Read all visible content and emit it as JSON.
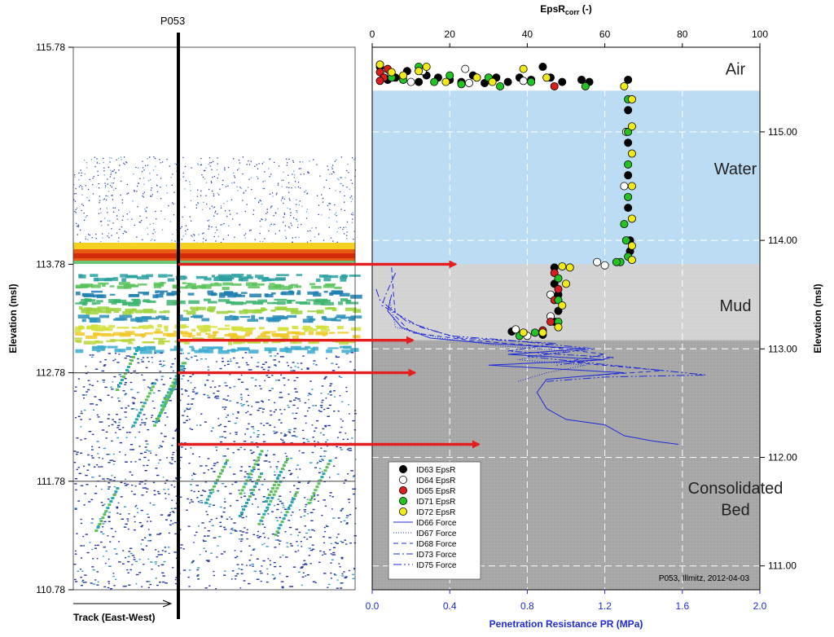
{
  "left_panel": {
    "marker_label": "P053",
    "y_axis_label": "Elevation (msl)",
    "y_ticks": [
      115.78,
      113.78,
      112.78,
      111.78,
      110.78
    ],
    "y_range": [
      110.78,
      115.78
    ],
    "track_label": "Track (East-West)",
    "track_arrow_icon": "right-arrow-icon"
  },
  "chart_data": {
    "type": "scatter",
    "top_axis": {
      "label_main": "EpsR",
      "label_sub": "corr",
      "label_unit": " (-)",
      "range": [
        0,
        100
      ],
      "ticks": [
        0,
        20,
        40,
        60,
        80,
        100
      ]
    },
    "bottom_axis": {
      "label": "Penetration Resistance PR (MPa)",
      "range": [
        0.0,
        2.0
      ],
      "ticks": [
        "0.0",
        "0.4",
        "0.8",
        "1.2",
        "1.6",
        "2.0"
      ]
    },
    "right_axis": {
      "label": "Elevation (msl)",
      "range": [
        110.78,
        115.78
      ],
      "ticks": [
        "115.00",
        "114.00",
        "113.00",
        "112.00",
        "111.00"
      ]
    },
    "grid": true,
    "zones": [
      {
        "name": "Air",
        "from": 115.38,
        "to": 115.78,
        "color": "#ffffff"
      },
      {
        "name": "Water",
        "from": 113.78,
        "to": 115.38,
        "color": "#bcdcf4"
      },
      {
        "name": "Mud",
        "from": 113.08,
        "to": 113.78,
        "color": "#d6d6d6"
      },
      {
        "name": "Consolidated Bed",
        "from": 110.78,
        "to": 113.08,
        "color": "#a9a9a9"
      }
    ],
    "zone_labels": [
      {
        "text": "Air",
        "elev": 115.58
      },
      {
        "text": "Water",
        "elev": 114.66
      },
      {
        "text": "Mud",
        "elev": 113.4
      },
      {
        "text": "Consolidated",
        "elev": 111.72
      },
      {
        "text": "Bed",
        "elev": 111.52
      }
    ],
    "series": [
      {
        "name": "ID63 EpsR",
        "color": "#000000",
        "points": [
          [
            2,
            115.6
          ],
          [
            4,
            115.48
          ],
          [
            6,
            115.5
          ],
          [
            9,
            115.56
          ],
          [
            12,
            115.46
          ],
          [
            14,
            115.52
          ],
          [
            17,
            115.5
          ],
          [
            20,
            115.48
          ],
          [
            23,
            115.46
          ],
          [
            26,
            115.52
          ],
          [
            29,
            115.45
          ],
          [
            32,
            115.5
          ],
          [
            35,
            115.46
          ],
          [
            38,
            115.5
          ],
          [
            41,
            115.48
          ],
          [
            44,
            115.6
          ],
          [
            46,
            115.5
          ],
          [
            49,
            115.46
          ],
          [
            54,
            115.48
          ],
          [
            56,
            115.46
          ],
          [
            66,
            115.48
          ],
          [
            66,
            115.2
          ],
          [
            66,
            114.9
          ],
          [
            66,
            114.6
          ],
          [
            66,
            114.3
          ],
          [
            66.5,
            114.0
          ],
          [
            66.5,
            113.9
          ],
          [
            47,
            113.75
          ],
          [
            47,
            113.6
          ],
          [
            48,
            113.5
          ],
          [
            48,
            113.35
          ],
          [
            47,
            113.25
          ],
          [
            36,
            113.16
          ],
          [
            44,
            113.13
          ]
        ]
      },
      {
        "name": "ID64 EpsR",
        "color": "#ffffff",
        "points": [
          [
            3,
            115.52
          ],
          [
            10,
            115.46
          ],
          [
            13,
            115.56
          ],
          [
            24,
            115.58
          ],
          [
            25,
            115.45
          ],
          [
            39,
            115.47
          ],
          [
            58,
            113.8
          ],
          [
            60,
            113.77
          ],
          [
            46,
            113.5
          ],
          [
            46,
            113.3
          ],
          [
            37,
            113.18
          ],
          [
            40,
            113.12
          ],
          [
            65,
            114.5
          ],
          [
            65.5,
            115.0
          ]
        ]
      },
      {
        "name": "ID65 EpsR",
        "color": "#d81e1e",
        "points": [
          [
            2,
            115.55
          ],
          [
            3,
            115.5
          ],
          [
            2,
            115.47
          ],
          [
            4,
            115.58
          ],
          [
            47,
            115.42
          ],
          [
            47,
            113.7
          ],
          [
            48,
            113.55
          ],
          [
            47,
            113.45
          ],
          [
            46,
            113.25
          ],
          [
            44,
            113.17
          ]
        ]
      },
      {
        "name": "ID71 EpsR",
        "color": "#22c322",
        "points": [
          [
            5,
            115.5
          ],
          [
            8,
            115.48
          ],
          [
            12,
            115.6
          ],
          [
            16,
            115.46
          ],
          [
            20,
            115.52
          ],
          [
            23,
            115.44
          ],
          [
            30,
            115.5
          ],
          [
            33,
            115.42
          ],
          [
            41,
            115.46
          ],
          [
            55,
            115.42
          ],
          [
            66,
            115.3
          ],
          [
            66,
            115.0
          ],
          [
            66,
            114.7
          ],
          [
            66,
            114.4
          ],
          [
            65,
            114.15
          ],
          [
            65.5,
            114.0
          ],
          [
            66,
            113.85
          ],
          [
            64,
            113.8
          ],
          [
            48,
            113.65
          ],
          [
            48,
            113.45
          ],
          [
            48,
            113.25
          ],
          [
            42,
            113.15
          ],
          [
            38,
            113.12
          ],
          [
            63,
            113.8
          ]
        ]
      },
      {
        "name": "ID72 EpsR",
        "color": "#f1ea1a",
        "points": [
          [
            2,
            115.62
          ],
          [
            5,
            115.55
          ],
          [
            8,
            115.52
          ],
          [
            12,
            115.56
          ],
          [
            14,
            115.6
          ],
          [
            19,
            115.46
          ],
          [
            27,
            115.5
          ],
          [
            31,
            115.46
          ],
          [
            39,
            115.58
          ],
          [
            45,
            115.5
          ],
          [
            65,
            115.42
          ],
          [
            67,
            115.3
          ],
          [
            67,
            115.05
          ],
          [
            67,
            114.8
          ],
          [
            67,
            114.5
          ],
          [
            67,
            114.2
          ],
          [
            67,
            113.95
          ],
          [
            67,
            113.82
          ],
          [
            49,
            113.76
          ],
          [
            50,
            113.6
          ],
          [
            49,
            113.4
          ],
          [
            48,
            113.2
          ],
          [
            44,
            113.15
          ],
          [
            51,
            113.75
          ],
          [
            39,
            113.15
          ]
        ]
      }
    ],
    "force_lines": [
      {
        "name": "ID66 Force",
        "dash": "",
        "points": [
          [
            0.1,
            113.5
          ],
          [
            0.08,
            113.35
          ],
          [
            0.15,
            113.2
          ],
          [
            0.3,
            113.1
          ],
          [
            0.6,
            113.05
          ],
          [
            1.1,
            113.0
          ],
          [
            0.7,
            112.95
          ],
          [
            1.2,
            112.9
          ],
          [
            0.6,
            112.85
          ],
          [
            1.3,
            112.78
          ],
          [
            0.9,
            112.72
          ],
          [
            0.85,
            112.6
          ],
          [
            0.9,
            112.45
          ],
          [
            1.0,
            112.35
          ],
          [
            1.2,
            112.3
          ],
          [
            1.3,
            112.2
          ],
          [
            1.45,
            112.15
          ],
          [
            1.58,
            112.12
          ]
        ]
      },
      {
        "name": "ID67 Force",
        "dash": "1,2",
        "points": [
          [
            0.09,
            113.45
          ],
          [
            0.12,
            113.2
          ],
          [
            0.35,
            113.1
          ],
          [
            0.65,
            113.03
          ],
          [
            1.0,
            112.98
          ],
          [
            0.75,
            112.9
          ],
          [
            1.1,
            112.85
          ],
          [
            0.9,
            112.78
          ],
          [
            0.75,
            112.7
          ]
        ]
      },
      {
        "name": "ID68 Force",
        "dash": "6,4",
        "points": [
          [
            0.1,
            113.75
          ],
          [
            0.11,
            113.5
          ],
          [
            0.12,
            113.3
          ],
          [
            0.2,
            113.15
          ],
          [
            0.5,
            113.08
          ],
          [
            0.9,
            113.02
          ],
          [
            1.2,
            112.95
          ],
          [
            1.0,
            112.88
          ],
          [
            1.5,
            112.8
          ],
          [
            1.1,
            112.75
          ]
        ]
      },
      {
        "name": "ID73 Force",
        "dash": "8,3,2,3",
        "points": [
          [
            0.12,
            113.7
          ],
          [
            0.07,
            113.5
          ],
          [
            0.05,
            113.4
          ],
          [
            0.25,
            113.2
          ],
          [
            0.45,
            113.1
          ],
          [
            0.95,
            113.05
          ],
          [
            0.7,
            112.98
          ],
          [
            1.25,
            112.92
          ],
          [
            0.95,
            112.85
          ]
        ]
      },
      {
        "name": "ID75 Force",
        "dash": "10,3,2,3,2,3",
        "points": [
          [
            0.02,
            113.55
          ],
          [
            0.04,
            113.45
          ],
          [
            0.18,
            113.25
          ],
          [
            0.4,
            113.12
          ],
          [
            0.7,
            113.08
          ],
          [
            1.15,
            113.0
          ],
          [
            0.8,
            112.93
          ],
          [
            1.72,
            112.76
          ],
          [
            1.2,
            112.74
          ],
          [
            0.9,
            112.7
          ]
        ]
      }
    ],
    "arrows": [
      {
        "from_elev": 113.78,
        "to_elev": 113.78,
        "to_pr": 0.43
      },
      {
        "from_elev": 113.08,
        "to_elev": 113.08,
        "to_pr": 0.21
      },
      {
        "from_elev": 112.78,
        "to_elev": 112.78,
        "to_pr": 0.22
      },
      {
        "from_elev": 112.12,
        "to_elev": 112.12,
        "to_pr": 0.55
      }
    ],
    "annotation": "P053, Illmitz, 2012-04-03",
    "axis_color_bottom": "#1f2bd8",
    "force_color": "#1f2bd8",
    "arrow_color": "#e41e1e"
  }
}
